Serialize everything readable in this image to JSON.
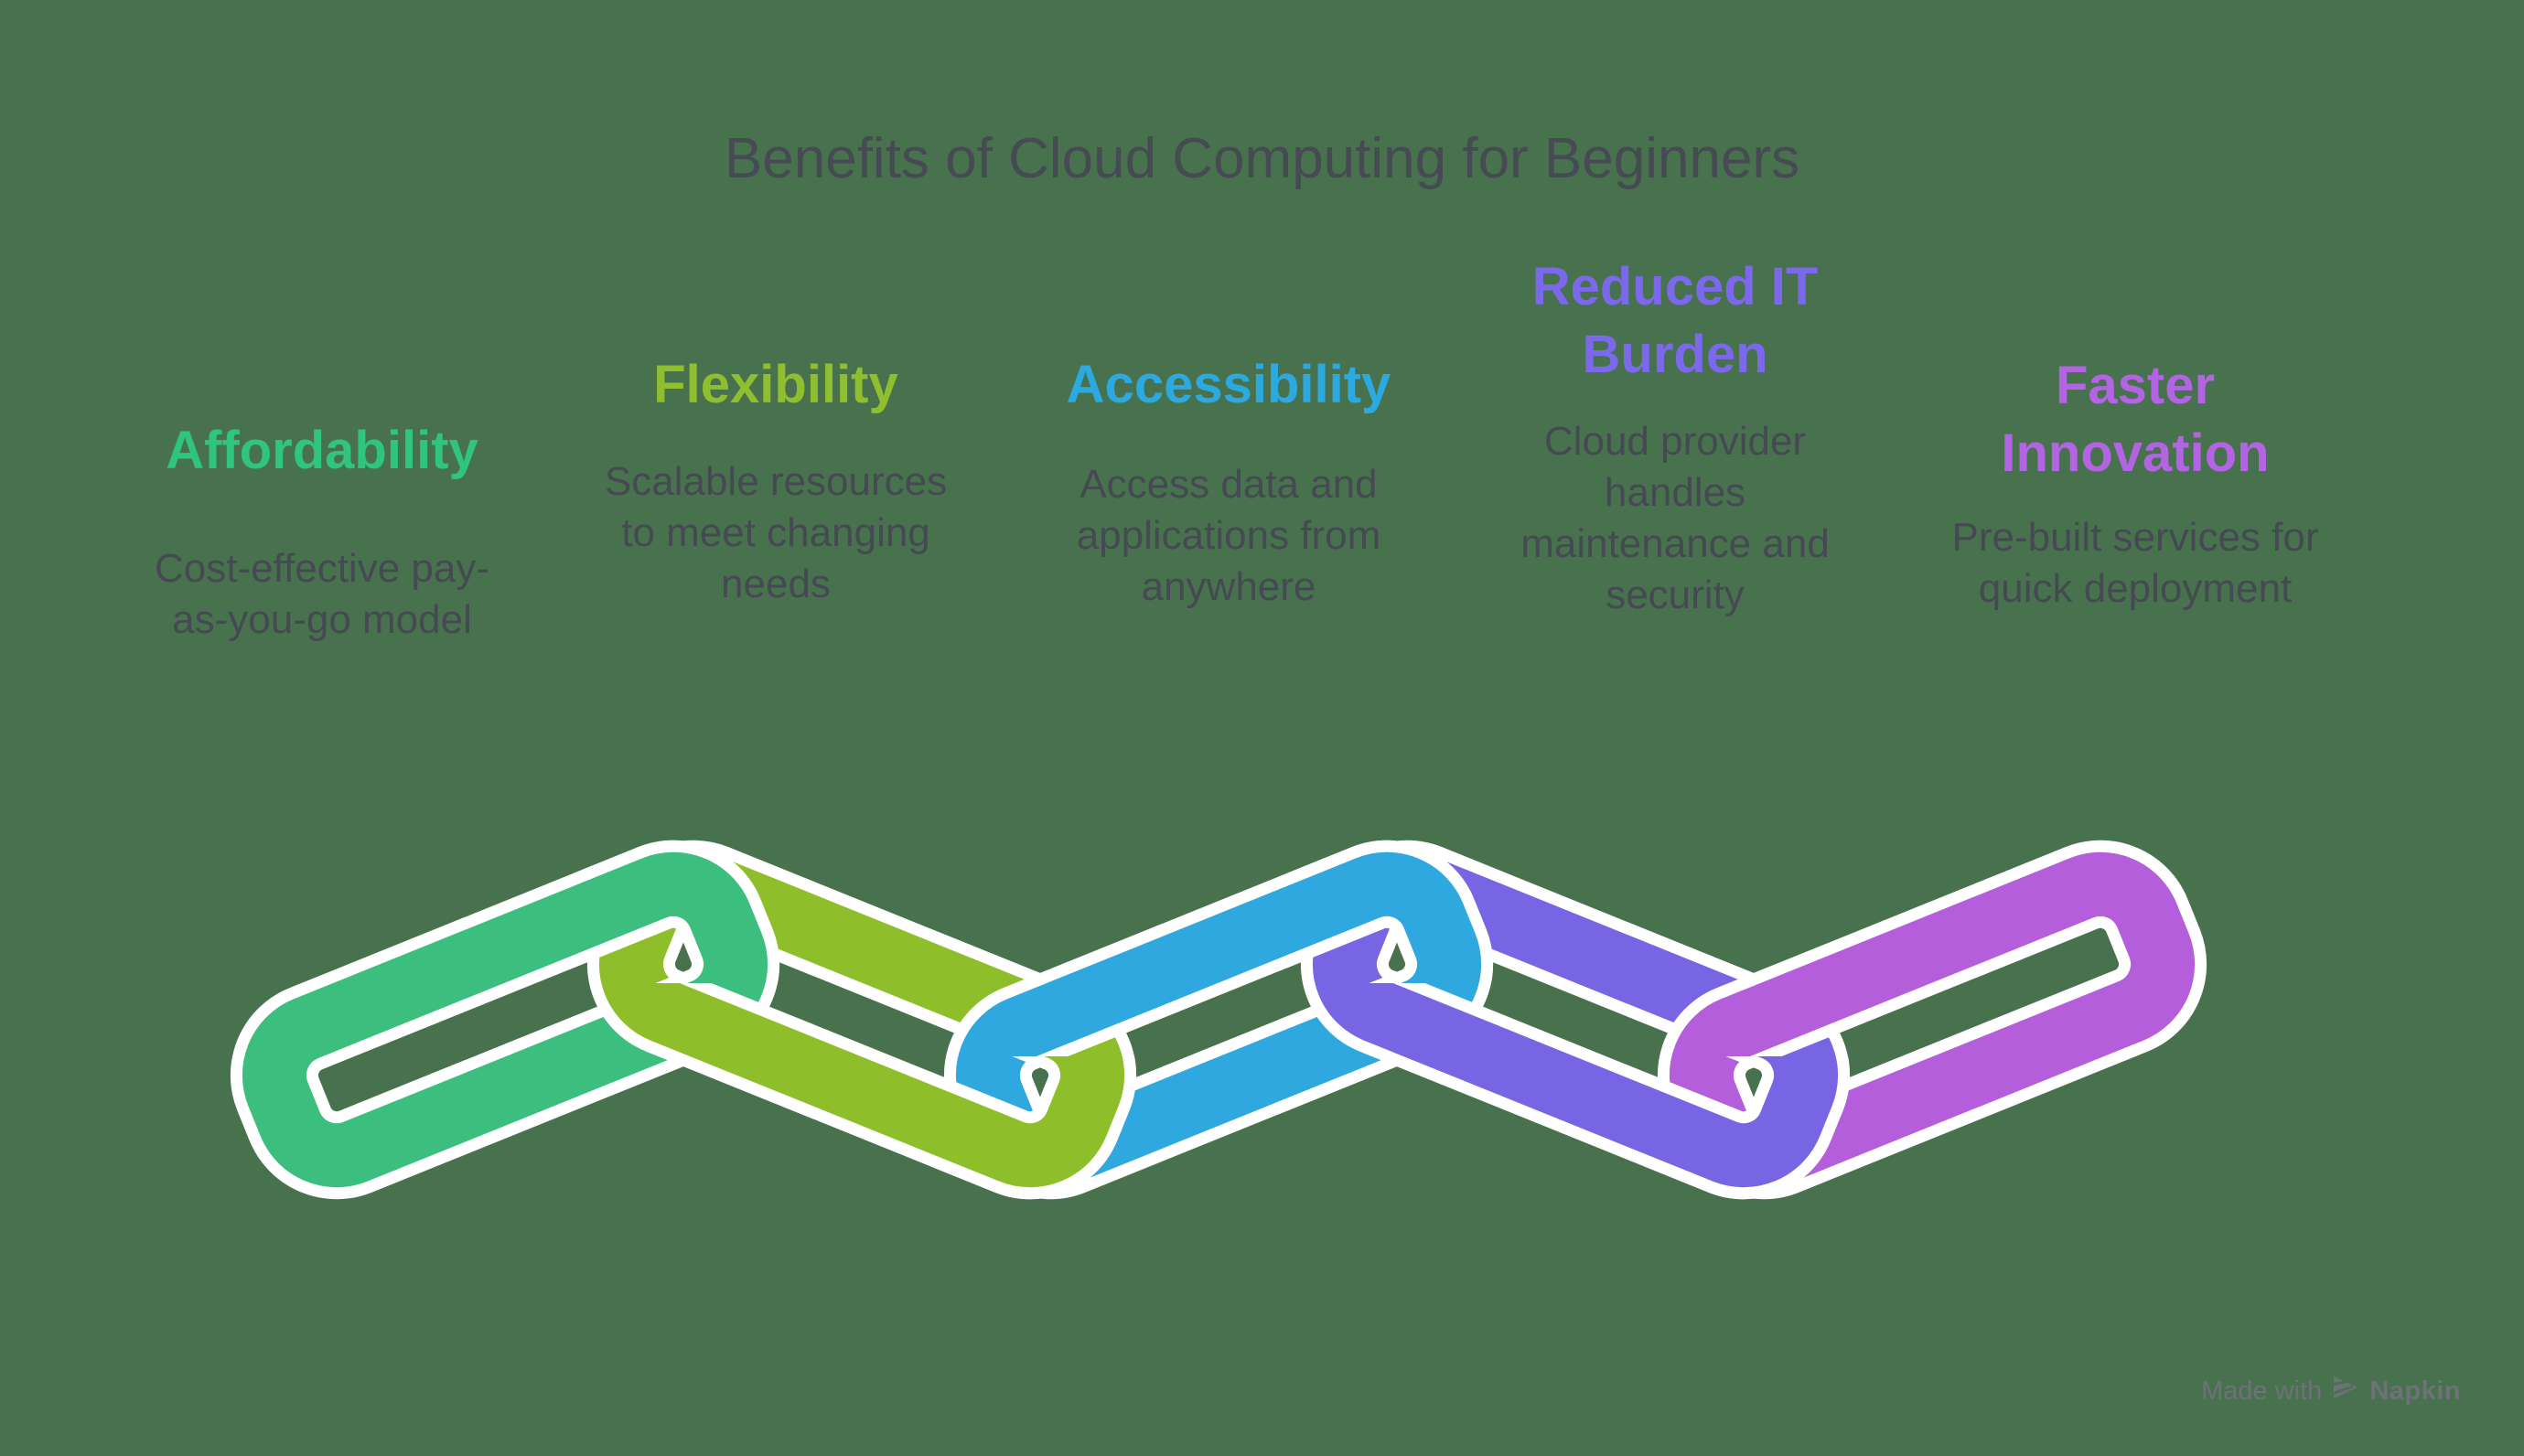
{
  "title": "Benefits of Cloud Computing for Beginners",
  "background_color": "#48724E",
  "benefits": [
    {
      "heading": "Affordability",
      "heading_color": "#2FC57F",
      "description": "Cost-effective pay-as-you-go model"
    },
    {
      "heading": "Flexibility",
      "heading_color": "#8FBE2F",
      "description": "Scalable resources to meet changing needs"
    },
    {
      "heading": "Accessibility",
      "heading_color": "#2BA9E0",
      "description": "Access data and applications from anywhere"
    },
    {
      "heading": "Reduced IT Burden",
      "heading_color": "#7B68EA",
      "description": "Cloud provider handles maintenance and security"
    },
    {
      "heading": "Faster Innovation",
      "heading_color": "#B264E2",
      "description": "Pre-built services for quick deployment"
    }
  ],
  "chain": {
    "outline_color": "#FFFFFF",
    "links": [
      {
        "name": "affordability",
        "color": "#3CBE7E"
      },
      {
        "name": "flexibility",
        "color": "#8FBE2B"
      },
      {
        "name": "accessibility",
        "color": "#2EA8DE"
      },
      {
        "name": "reduced-it-burden",
        "color": "#7765E3"
      },
      {
        "name": "faster-innovation",
        "color": "#B55EDC"
      }
    ]
  },
  "watermark": {
    "prefix": "Made with",
    "brand": "Napkin",
    "color": "#6E7278"
  }
}
